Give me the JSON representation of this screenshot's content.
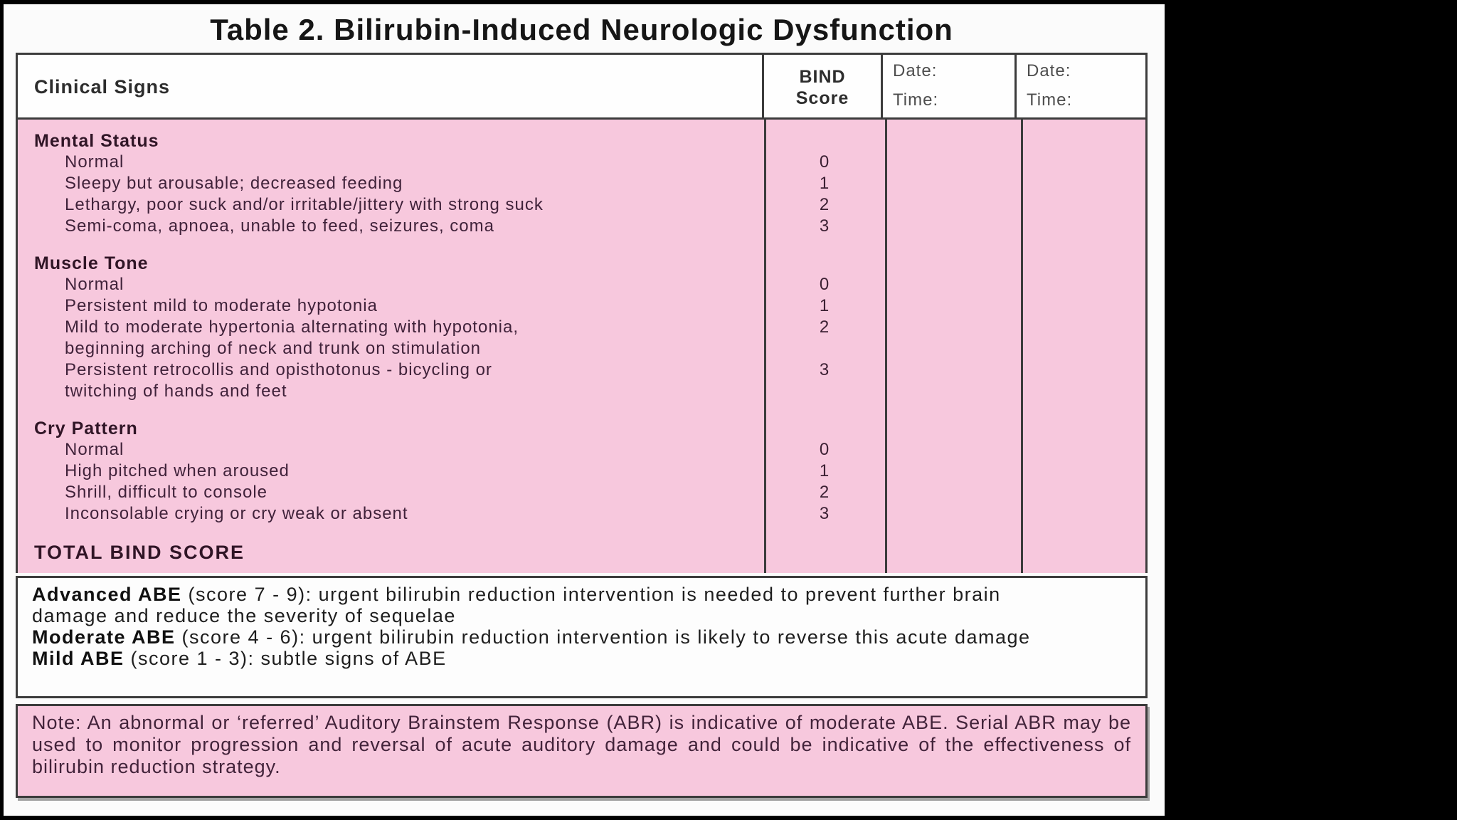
{
  "title": "Table 2. Bilirubin-Induced Neurologic Dysfunction",
  "table": {
    "columns": {
      "clinical_signs": "Clinical Signs",
      "bind_score": "BIND\nScore",
      "date_label": "Date:",
      "time_label": "Time:"
    },
    "sections": [
      {
        "header": "Mental Status",
        "items": [
          {
            "text": "Normal",
            "score": "0"
          },
          {
            "text": "Sleepy but arousable; decreased feeding",
            "score": "1"
          },
          {
            "text": "Lethargy, poor suck and/or irritable/jittery with strong suck",
            "score": "2"
          },
          {
            "text": "Semi-coma, apnoea, unable to feed, seizures, coma",
            "score": "3"
          }
        ]
      },
      {
        "header": "Muscle Tone",
        "items": [
          {
            "text": "Normal",
            "score": "0"
          },
          {
            "text": "Persistent mild to moderate hypotonia",
            "score": "1"
          },
          {
            "text": "Mild to moderate hypertonia alternating with hypotonia,\nbeginning arching of neck and trunk on stimulation",
            "score": "2"
          },
          {
            "text": "Persistent retrocollis and opisthotonus - bicycling or\ntwitching of hands and feet",
            "score": "3"
          }
        ]
      },
      {
        "header": "Cry Pattern",
        "items": [
          {
            "text": "Normal",
            "score": "0"
          },
          {
            "text": "High pitched when aroused",
            "score": "1"
          },
          {
            "text": "Shrill, difficult to console",
            "score": "2"
          },
          {
            "text": "Inconsolable crying or cry weak or absent",
            "score": "3"
          }
        ]
      }
    ],
    "total_label": "TOTAL BIND SCORE"
  },
  "abe_box": {
    "entries": [
      {
        "lead": "Advanced ABE",
        "rest": " (score 7 - 9): urgent bilirubin reduction intervention is needed to prevent further brain damage and reduce the severity of sequelae"
      },
      {
        "lead": "Moderate ABE",
        "rest": " (score 4 - 6): urgent bilirubin reduction intervention is likely to reverse this acute damage"
      },
      {
        "lead": "Mild ABE",
        "rest": " (score 1 - 3): subtle signs of ABE"
      }
    ]
  },
  "note": {
    "text": "Note: An abnormal or ‘referred’ Auditory Brainstem Response (ABR) is indicative of moderate ABE. Serial ABR may be used to monitor progression and reversal of acute auditory damage and could be indicative of the effectiveness of bilirubin reduction strategy."
  },
  "colors": {
    "pink": "#f7c8dd",
    "border": "#3c3c3c",
    "page": "#fbfbfb",
    "body_text": "#40223a",
    "heading_text": "#301526"
  }
}
